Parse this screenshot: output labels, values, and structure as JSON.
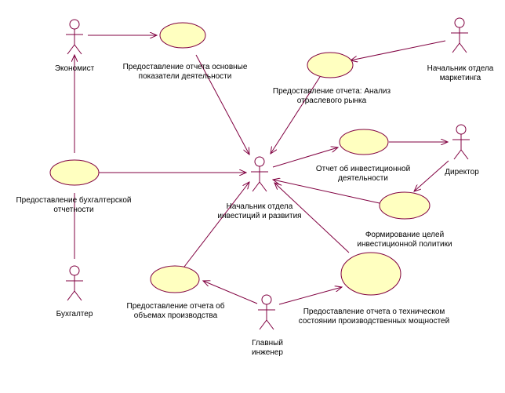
{
  "colors": {
    "line": "#800040",
    "usecase_fill": "#ffffc0",
    "usecase_stroke": "#800040",
    "actor_stroke": "#800040",
    "text": "#000000",
    "background": "#ffffff"
  },
  "actors": {
    "economist": "Экономист",
    "marketing_head": [
      "Начальник отдела",
      "маркетинга"
    ],
    "director": "Директор",
    "accountant": "Бухгалтер",
    "chief_engineer": [
      "Главный",
      "инженер"
    ],
    "investment_head": [
      "Начальник отдела",
      "инвестиций и развития"
    ]
  },
  "usecases": {
    "key_indicators": [
      "Предоставление отчета основные",
      "показатели деятельности"
    ],
    "industry_market": [
      "Предоставление отчета: Анализ",
      "отраслевого рынка"
    ],
    "investment_report": [
      "Отчет об инвестиционной",
      "деятельности"
    ],
    "policy_goals": [
      "Формирование целей",
      "инвестиционной политики"
    ],
    "accounting": [
      "Предоставление бухгалтерской",
      "отчетности"
    ],
    "production_volume": [
      "Предоставление отчета об",
      "объемах производства"
    ],
    "technical_state": [
      "Предоставление отчета о техническом",
      "состоянии производственных мощностей"
    ]
  }
}
